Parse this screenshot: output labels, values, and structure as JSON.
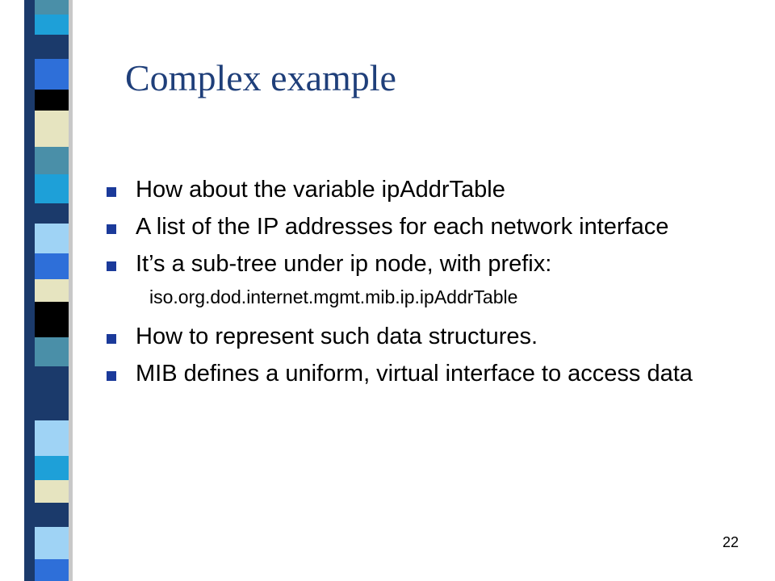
{
  "slide": {
    "title": "Complex example",
    "bullets": [
      {
        "text": "How about the variable ipAddrTable"
      },
      {
        "text": "A list of the IP addresses for each network interface"
      },
      {
        "text": "It’s a sub-tree under ip node, with prefix:"
      },
      {
        "text": "How to represent such data structures."
      },
      {
        "text": "MIB defines a uniform, virtual interface to access data"
      }
    ],
    "prefix_line": "iso.org.dod.internet.mgmt.mib.ip.ipAddrTable",
    "page_number": "22"
  },
  "colors": {
    "title": "#1f3f7a",
    "bullet_marker": "#1b3a9a",
    "stripe_navy": "#1b3a6b",
    "stripe_blue": "#2e6fd9",
    "stripe_cyan": "#1ea0d8",
    "stripe_light_blue": "#9fd3f5",
    "stripe_cream": "#e6e4c0",
    "stripe_black": "#000000",
    "stripe_teal": "#4a8fa8"
  }
}
